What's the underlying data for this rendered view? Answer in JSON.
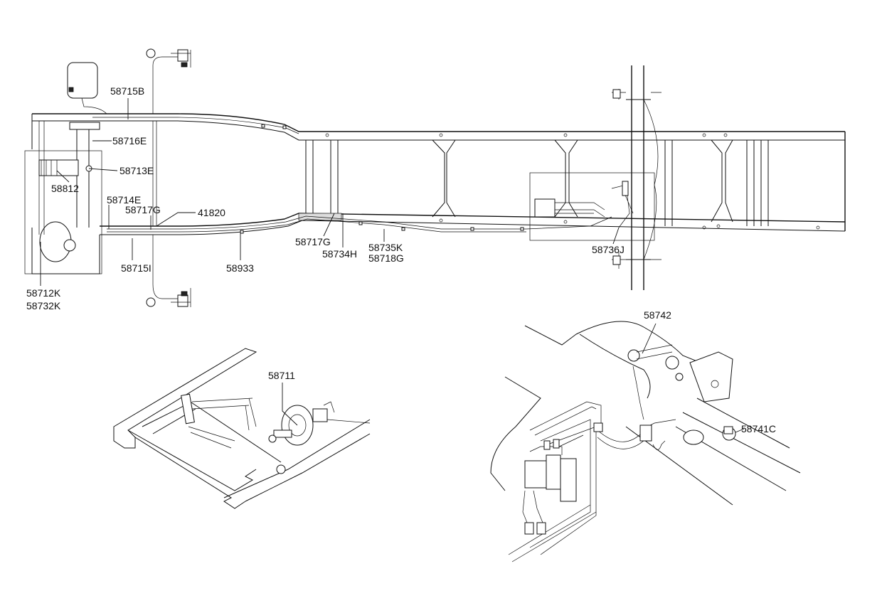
{
  "callouts": {
    "c58715B": "58715B",
    "c58716E": "58716E",
    "c58713E": "58713E",
    "c58812": "58812",
    "c58714E": "58714E",
    "c58717G_top": "58717G",
    "c41820": "41820",
    "c58717G_mid": "58717G",
    "c58734H": "58734H",
    "c58735K": "58735K",
    "c58718G": "58718G",
    "c58933": "58933",
    "c58715I": "58715I",
    "c58712K": "58712K",
    "c58732K": "58732K",
    "c58736J": "58736J",
    "c58711": "58711",
    "c58742": "58742",
    "c58741C": "58741C"
  }
}
